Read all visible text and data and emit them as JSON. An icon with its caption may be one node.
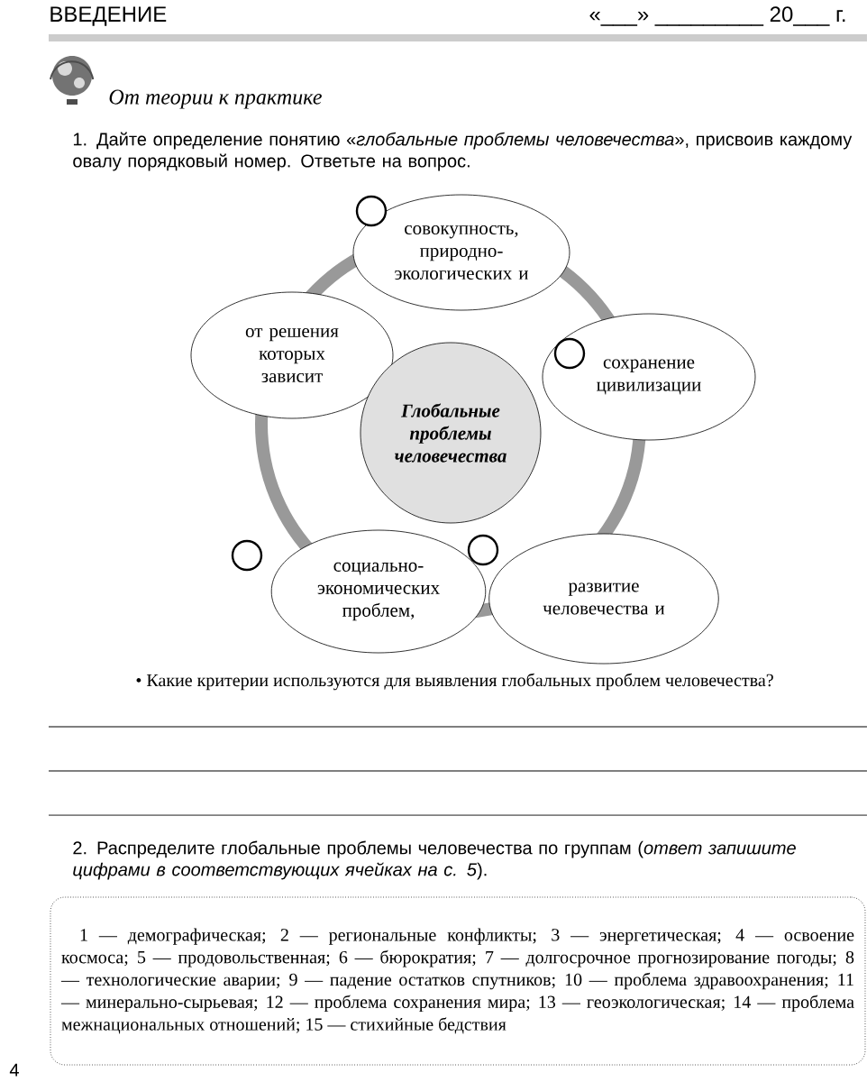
{
  "diagram": {
    "nodes": [
      {
        "text": [
          "совокупность, природно-экологических и"
        ]
      },
      {
        "text": [
          "от решения которых зависит"
        ]
      },
      {
        "text": [
          "Глобальные проблемы человечества"
        ]
      },
      {
        "text": [
          "сохранение цивилизации"
        ]
      },
      {
        "text": [
          "социально-экономических проблем,"
        ]
      },
      {
        "text": [
          "развитие человечества и"
        ]
      },
      {
        "text": [
          "1 — демографическая; 2 — региональные конфликты; 3 — энергетическая; 4 — освоение космоса; 5 — продовольственная; 6 — бюрократия; 7 — долгосрочное прогнозирование погоды; 8 — технологические аварии; 9 — падение остатков спутников; 10 — проблема здравоохранения; 11 — минерально-сырьевая; 12 — проблема сохранения мира; 13 — геоэкологическая; 14 — проблема межнациональных отношений; 15 — стихийные бедствия"
        ]
      }
    ],
    "labels": [
      "ВВЕДЕНИЕ",
      "«___» _________ 20___ г.",
      "От теории к практике",
      "1. Дайте определение понятию «*глобальные проблемы человечества*», присвоив каждому овалу порядковый номер. Ответьте на вопрос.",
      "• Какие критерии используются для выявления глобальных проблем человечества?",
      "2. Распределите глобальные проблемы человечества по группам (*ответ запишите цифрами в соответствующих ячейках на с. 5*).",
      "4"
    ]
  }
}
